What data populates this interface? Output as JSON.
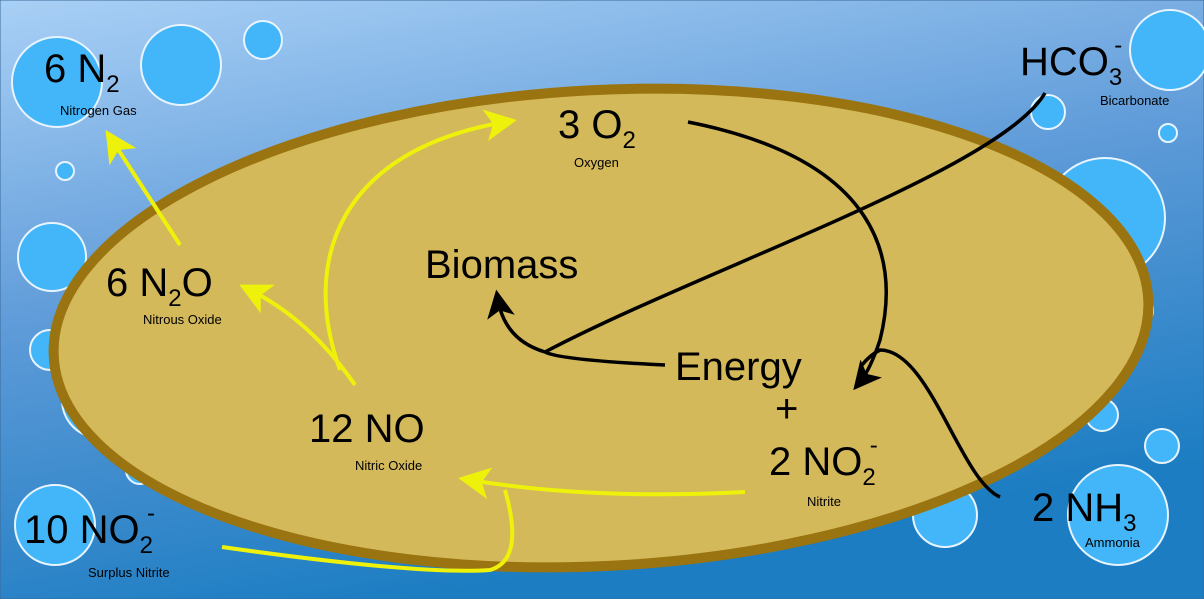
{
  "title": "Anammox / nitrogen cycle diagram",
  "colors": {
    "water_top": "#a5cdf5",
    "water_bottom": "#1e7fc4",
    "bubble": "#42b6f8",
    "cell_fill": "#d4b95a",
    "cell_border": "#9a7410",
    "yellow_arrow": "#eef20a",
    "black_arrow": "#000000"
  },
  "species": {
    "n2": {
      "coef": "6 N",
      "sub": "2",
      "name": "Nitrogen Gas"
    },
    "o2": {
      "coef": "3 O",
      "sub": "2",
      "name": "Oxygen"
    },
    "hco3": {
      "coef": "HCO",
      "sub": "3",
      "sup": "-",
      "name": "Bicarbonate"
    },
    "n2o": {
      "coef": "6 N",
      "sub": "2",
      "rest": "O",
      "name": "Nitrous Oxide"
    },
    "biomass": {
      "label": "Biomass"
    },
    "energy": {
      "label": "Energy",
      "plus": "+"
    },
    "no2": {
      "coef": "2 NO",
      "sub": "2",
      "sup": "-",
      "name": "Nitrite"
    },
    "no": {
      "label": "12 NO",
      "name": "Nitric Oxide"
    },
    "nh3": {
      "coef": "2 NH",
      "sub": "3",
      "name": "Ammonia"
    },
    "surplus": {
      "coef": "10 NO",
      "sub": "2",
      "sup": "-",
      "name": "Surplus Nitrite"
    }
  }
}
